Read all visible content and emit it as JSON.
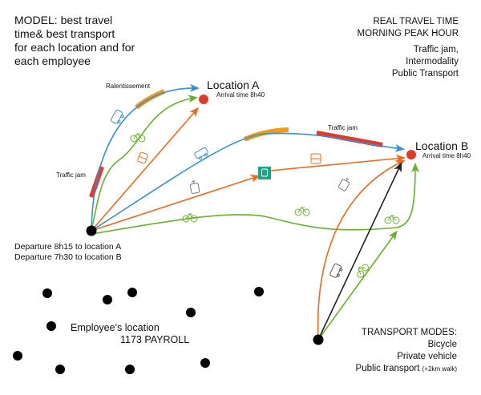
{
  "title_lines": [
    "MODEL: best travel",
    "time& best transport",
    "for each location and for",
    "each employee"
  ],
  "top_right_lines": [
    "REAL TRAVEL TIME",
    "MORNING PEAK HOUR",
    "Traffic jam,",
    "Intermodality",
    "Public Transport"
  ],
  "location_a": {
    "label": "Location A",
    "arrival": "Arrival time 8h40"
  },
  "location_b": {
    "label": "Location B",
    "arrival": "Arrival time 8h40"
  },
  "annotations": {
    "slowdown": "Ralentissement",
    "traffic_jam_left": "Traffic jam",
    "traffic_jam_right": "Traffic jam"
  },
  "departure_lines": [
    "Departure 8h15 to location A",
    "Departure 7h30 to location B"
  ],
  "employees": {
    "line1": "Employee's location",
    "line2": "1173 PAYROLL"
  },
  "transport_modes": {
    "title": "TRANSPORT MODES:",
    "items": [
      "Bicycle",
      "Private vehicle",
      "Public transport"
    ],
    "note": "(+2km walk)"
  },
  "colors": {
    "car": "#3a8fd0",
    "bike": "#6aaf2e",
    "transit": "#ec6a24",
    "jam": "#e03a2a",
    "slow": "#f09a1a",
    "walk": "#222222",
    "station": "#1aa58a"
  }
}
